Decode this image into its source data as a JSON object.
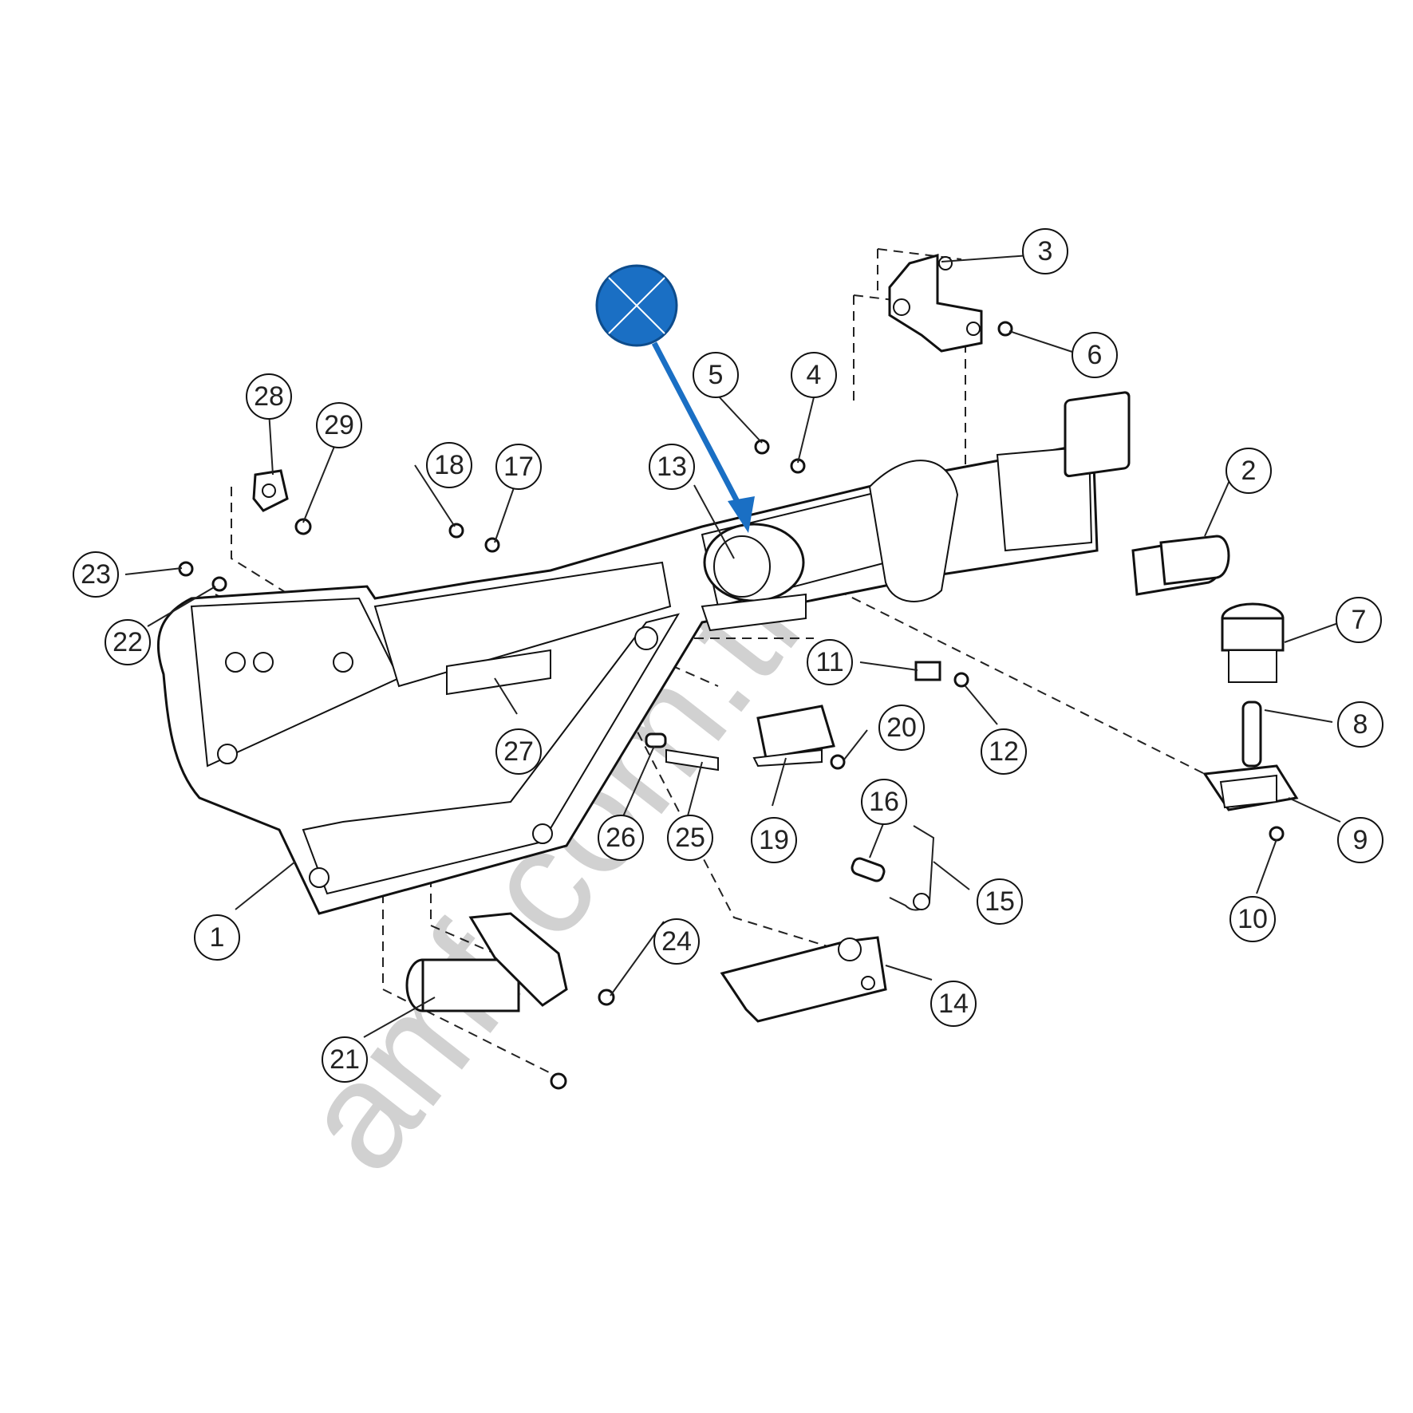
{
  "callouts": [
    {
      "id": "1",
      "label": "1"
    },
    {
      "id": "2",
      "label": "2"
    },
    {
      "id": "3",
      "label": "3"
    },
    {
      "id": "4",
      "label": "4"
    },
    {
      "id": "5",
      "label": "5"
    },
    {
      "id": "6",
      "label": "6"
    },
    {
      "id": "7",
      "label": "7"
    },
    {
      "id": "8",
      "label": "8"
    },
    {
      "id": "9",
      "label": "9"
    },
    {
      "id": "10",
      "label": "10"
    },
    {
      "id": "11",
      "label": "11"
    },
    {
      "id": "12",
      "label": "12"
    },
    {
      "id": "13",
      "label": "13"
    },
    {
      "id": "14",
      "label": "14"
    },
    {
      "id": "15",
      "label": "15"
    },
    {
      "id": "16",
      "label": "16"
    },
    {
      "id": "17",
      "label": "17"
    },
    {
      "id": "18",
      "label": "18"
    },
    {
      "id": "19",
      "label": "19"
    },
    {
      "id": "20",
      "label": "20"
    },
    {
      "id": "21",
      "label": "21"
    },
    {
      "id": "22",
      "label": "22"
    },
    {
      "id": "23",
      "label": "23"
    },
    {
      "id": "24",
      "label": "24"
    },
    {
      "id": "25",
      "label": "25"
    },
    {
      "id": "26",
      "label": "26"
    },
    {
      "id": "27",
      "label": "27"
    },
    {
      "id": "28",
      "label": "28"
    },
    {
      "id": "29",
      "label": "29"
    }
  ],
  "highlight": {
    "target_part": "13",
    "marker_color": "#1a6fc4",
    "icon": "crossed-circle-marker-icon"
  },
  "watermark": "amf.com.tr",
  "colors": {
    "line": "#111111",
    "background": "#ffffff",
    "watermark": "#9a9a9a"
  }
}
